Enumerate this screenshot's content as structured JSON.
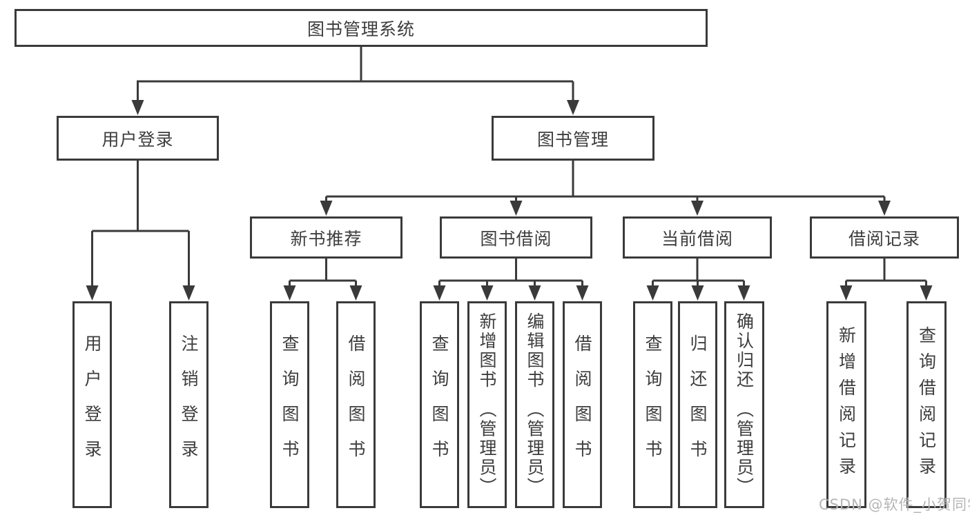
{
  "diagram": {
    "root": {
      "label": "图书管理系统"
    },
    "level2": [
      {
        "label": "用户登录"
      },
      {
        "label": "图书管理"
      }
    ],
    "level3": [
      {
        "label": "新书推荐"
      },
      {
        "label": "图书借阅"
      },
      {
        "label": "当前借阅"
      },
      {
        "label": "借阅记录"
      }
    ],
    "leaves": {
      "login": [
        {
          "label": "用户登录"
        },
        {
          "label": "注销登录"
        }
      ],
      "newbook": [
        {
          "label": "查询图书"
        },
        {
          "label": "借阅图书"
        }
      ],
      "borrow": [
        {
          "label": "查询图书"
        },
        {
          "label": "新增图书　（管理员）"
        },
        {
          "label": "编辑图书　（管理员）"
        },
        {
          "label": "借阅图书"
        }
      ],
      "current": [
        {
          "label": "查询图书"
        },
        {
          "label": "归还图书"
        },
        {
          "label": "确认归还　（管理员）"
        }
      ],
      "records": [
        {
          "label": "新增借阅记录"
        },
        {
          "label": "查询借阅记录"
        }
      ]
    },
    "watermark": "CSDN @软件_小贺同学",
    "colors": {
      "line": "#3a3a3a",
      "text": "#3d3d3d",
      "watermark": "#b5b5b5",
      "background": "#ffffff"
    }
  }
}
